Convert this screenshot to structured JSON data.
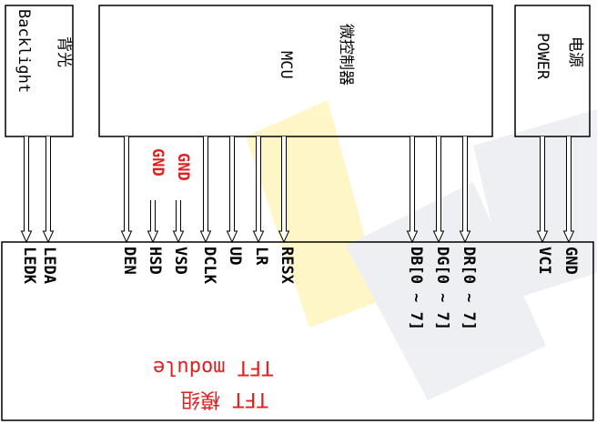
{
  "boxes": {
    "backlight": {
      "cn": "背光",
      "en": "Backlight"
    },
    "mcu": {
      "cn": "微控制器",
      "en": "MCU"
    },
    "power": {
      "cn": "电源",
      "en": "POWER"
    }
  },
  "pins": {
    "leda": "LEDA",
    "ledk": "LEDK",
    "den": "DEN",
    "hsd": "HSD",
    "vsd": "VSD",
    "gnd_label_1": "GND",
    "gnd_label_2": "GND",
    "dclk": "DCLK",
    "ud": "UD",
    "lr": "LR",
    "resx": "RESX",
    "db": "DB[0 ~ 7]",
    "dg": "DG[0 ~ 7]",
    "dr": "DR[0 ~ 7]",
    "vci": "VCI",
    "gnd": "GND"
  },
  "module": {
    "line1": "TFT module",
    "line2": "TFT 模组"
  },
  "colors": {
    "signal_gnd": "#e02020",
    "watermark_yellow": "#fff3b0",
    "watermark_gray": "#e8eaee"
  }
}
